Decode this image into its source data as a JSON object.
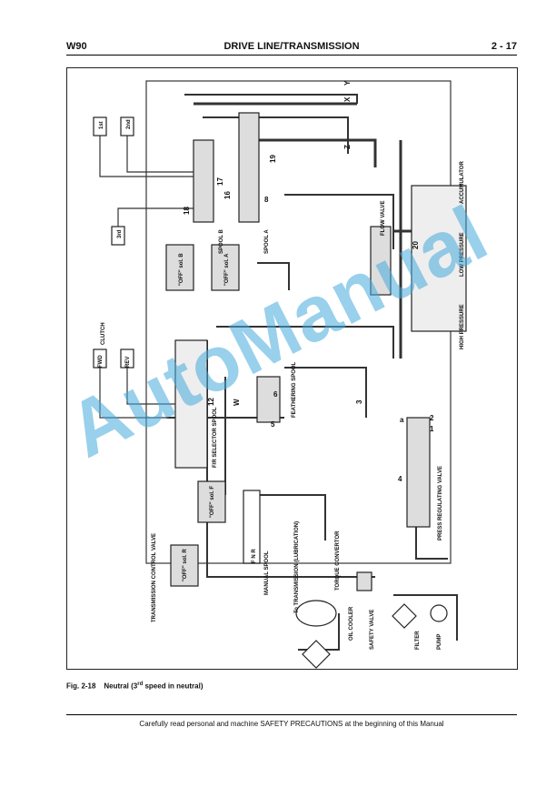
{
  "header": {
    "model": "W90",
    "section": "DRIVE LINE/TRANSMISSION",
    "page": "2 - 17"
  },
  "caption": {
    "figure_number": "Fig. 2-18",
    "title_before": "Neutral (3",
    "title_sup": "rd",
    "title_after": " speed in neutral)"
  },
  "footer": {
    "note": "Carefully read personal and machine SAFETY PRECAUTIONS at the beginning of this Manual"
  },
  "watermark": {
    "text": "AutoManual"
  },
  "diagram": {
    "labels": {
      "spool_b": "SPOOL B",
      "spool_a": "SPOOL A",
      "flow_valve": "FLOW VALVE",
      "accumulator": "ACCUMULATOR",
      "low_pressure": "LOW PRESSURE",
      "high_pressure": "HIGH PRESSURE",
      "clutch": "CLUTCH",
      "fwd": "FWD",
      "rev": "REV",
      "feathering_spool": "FEATHERING SPOOL",
      "fr_selector_spool": "F/R SELECTOR SPOOL",
      "transmission_control_valve": "TRANSMISSION CONTROL VALVE",
      "manual_spool": "MANUAL SPOOL",
      "torque_converter": "TORQUE CONVERTOR",
      "to_transmission": "To TRANSMISSION (LUBRICATION)",
      "oil_cooler": "OIL COOLER",
      "safety_valve": "SAFETY VALVE",
      "press_regulating_valve": "PRESS REGULATING VALVE",
      "filter": "FILTER",
      "pump": "PUMP",
      "gear_1st": "1st",
      "gear_2nd": "2nd",
      "gear_3rd": "3rd",
      "sol_b": "\"OFF\" sol. B",
      "sol_a": "\"OFF\" sol. A",
      "sol_f": "\"OFF\" sol. F",
      "sol_r": "\"OFF\" sol. R",
      "fnr": "F  N  R",
      "port_x": "X",
      "port_y": "Y",
      "port_z": "Z",
      "port_w": "W",
      "callouts": [
        "1",
        "2",
        "3",
        "4",
        "5",
        "6",
        "8",
        "12",
        "16",
        "17",
        "18",
        "19",
        "20",
        "a"
      ]
    }
  }
}
